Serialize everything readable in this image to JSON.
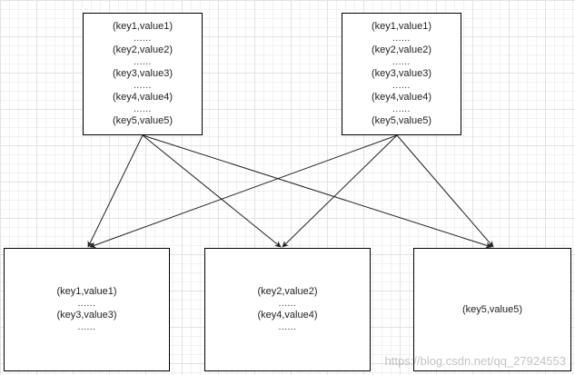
{
  "source_left": {
    "lines": [
      "(key1,value1)",
      "......",
      "(key2,value2)",
      "......",
      "(key3,value3)",
      "......",
      "(key4,value4)",
      "......",
      "(key5,value5)"
    ]
  },
  "source_right": {
    "lines": [
      "(key1,value1)",
      "......",
      "(key2,value2)",
      "......",
      "(key3,value3)",
      "......",
      "(key4,value4)",
      "......",
      "(key5,value5)"
    ]
  },
  "target_1": {
    "lines": [
      "(key1,value1)",
      "......",
      "(key3,value3)",
      "......"
    ]
  },
  "target_2": {
    "lines": [
      "(key2,value2)",
      "......",
      "(key4,value4)",
      "......"
    ]
  },
  "target_3": {
    "lines": [
      "(key5,value5)"
    ]
  },
  "watermark": "https://blog.csdn.net/qq_27924553",
  "colors": {
    "stroke": "#000000",
    "arrow": "#222222",
    "grid": "#e2e2e2"
  }
}
